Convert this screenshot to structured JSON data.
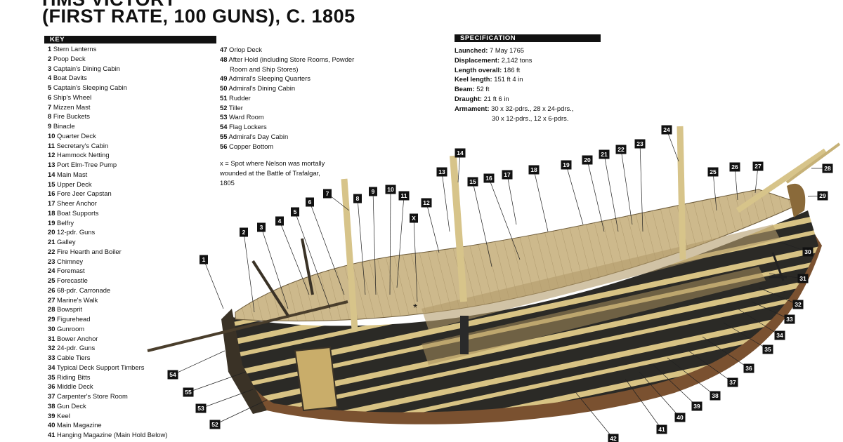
{
  "title": {
    "line1": "HMS VICTORY",
    "line2": "(FIRST RATE, 100 GUNS), C. 1805"
  },
  "key": {
    "heading": "KEY",
    "col1": [
      {
        "n": "1",
        "t": "Stern Lanterns"
      },
      {
        "n": "2",
        "t": "Poop Deck"
      },
      {
        "n": "3",
        "t": "Captain's Dining Cabin"
      },
      {
        "n": "4",
        "t": "Boat Davits"
      },
      {
        "n": "5",
        "t": "Captain's Sleeping Cabin"
      },
      {
        "n": "6",
        "t": "Ship's Wheel"
      },
      {
        "n": "7",
        "t": "Mizzen Mast"
      },
      {
        "n": "8",
        "t": "Fire Buckets"
      },
      {
        "n": "9",
        "t": "Binacle"
      },
      {
        "n": "10",
        "t": "Quarter Deck"
      },
      {
        "n": "11",
        "t": "Secretary's Cabin"
      },
      {
        "n": "12",
        "t": "Hammock Netting"
      },
      {
        "n": "13",
        "t": "Port Elm-Tree Pump"
      },
      {
        "n": "14",
        "t": "Main Mast"
      },
      {
        "n": "15",
        "t": "Upper Deck"
      },
      {
        "n": "16",
        "t": "Fore Jeer Capstan"
      },
      {
        "n": "17",
        "t": "Sheer Anchor"
      },
      {
        "n": "18",
        "t": "Boat Supports"
      },
      {
        "n": "19",
        "t": "Belfry"
      },
      {
        "n": "20",
        "t": "12-pdr. Guns"
      },
      {
        "n": "21",
        "t": "Galley"
      },
      {
        "n": "22",
        "t": "Fire Hearth and Boiler"
      },
      {
        "n": "23",
        "t": "Chimney"
      },
      {
        "n": "24",
        "t": "Foremast"
      },
      {
        "n": "25",
        "t": "Forecastle"
      },
      {
        "n": "26",
        "t": "68-pdr. Carronade"
      },
      {
        "n": "27",
        "t": "Marine's Walk"
      },
      {
        "n": "28",
        "t": "Bowsprit"
      },
      {
        "n": "29",
        "t": "Figurehead"
      },
      {
        "n": "30",
        "t": "Gunroom"
      },
      {
        "n": "31",
        "t": "Bower Anchor"
      },
      {
        "n": "32",
        "t": "24-pdr. Guns"
      },
      {
        "n": "33",
        "t": "Cable Tiers"
      },
      {
        "n": "34",
        "t": "Typical Deck Support Timbers"
      },
      {
        "n": "35",
        "t": "Riding Bitts"
      },
      {
        "n": "36",
        "t": "Middle Deck"
      },
      {
        "n": "37",
        "t": "Carpenter's Store Room"
      },
      {
        "n": "38",
        "t": "Gun Deck"
      },
      {
        "n": "39",
        "t": "Keel"
      },
      {
        "n": "40",
        "t": "Main Magazine"
      },
      {
        "n": "41",
        "t": "Hanging Magazine (Main Hold Below)"
      }
    ],
    "col2": [
      {
        "n": "47",
        "t": "Orlop Deck"
      },
      {
        "n": "48",
        "t": "After Hold (including Store Rooms, Powder"
      },
      {
        "n": "",
        "t": "Room and Ship Stores)"
      },
      {
        "n": "49",
        "t": "Admiral's Sleeping Quarters"
      },
      {
        "n": "50",
        "t": "Admiral's Dining Cabin"
      },
      {
        "n": "51",
        "t": "Rudder"
      },
      {
        "n": "52",
        "t": "Tiller"
      },
      {
        "n": "53",
        "t": "Ward Room"
      },
      {
        "n": "54",
        "t": "Flag Lockers"
      },
      {
        "n": "55",
        "t": "Admiral's Day Cabin"
      },
      {
        "n": "56",
        "t": "Copper Bottom"
      }
    ]
  },
  "note": {
    "line1": "x = Spot where Nelson was mortally",
    "line2": "wounded at the Battle of Trafalgar,",
    "line3": "1805"
  },
  "specification": {
    "heading": "SPECIFICATION",
    "rows": [
      {
        "label": "Launched:",
        "value": "7 May 1765"
      },
      {
        "label": "Displacement:",
        "value": "2,142 tons"
      },
      {
        "label": "Length overall:",
        "value": "186 ft"
      },
      {
        "label": "Keel length:",
        "value": "151 ft 4 in"
      },
      {
        "label": "Beam:",
        "value": "52 ft"
      },
      {
        "label": "Draught:",
        "value": "21 ft 6 in"
      },
      {
        "label": "Armament:",
        "value": "30 x 32-pdrs., 28 x 24-pdrs.,"
      }
    ],
    "armament_cont": "30 x 12-pdrs., 12 x 6-pdrs."
  },
  "callouts": [
    "1",
    "2",
    "3",
    "4",
    "5",
    "6",
    "7",
    "8",
    "9",
    "10",
    "11",
    "12",
    "13",
    "14",
    "15",
    "16",
    "17",
    "18",
    "19",
    "20",
    "21",
    "22",
    "23",
    "24",
    "25",
    "26",
    "27",
    "28",
    "29",
    "30",
    "31",
    "32",
    "33",
    "34",
    "35",
    "36",
    "37",
    "38",
    "39",
    "40",
    "41",
    "42",
    "52",
    "53",
    "54",
    "55",
    "X"
  ],
  "colors": {
    "hull_dark": "#2b2a26",
    "hull_stripe": "#d8c384",
    "deck": "#cdb98c",
    "copper": "#7a5130",
    "mast": "#d7c48a",
    "label_bg": "#111111"
  }
}
